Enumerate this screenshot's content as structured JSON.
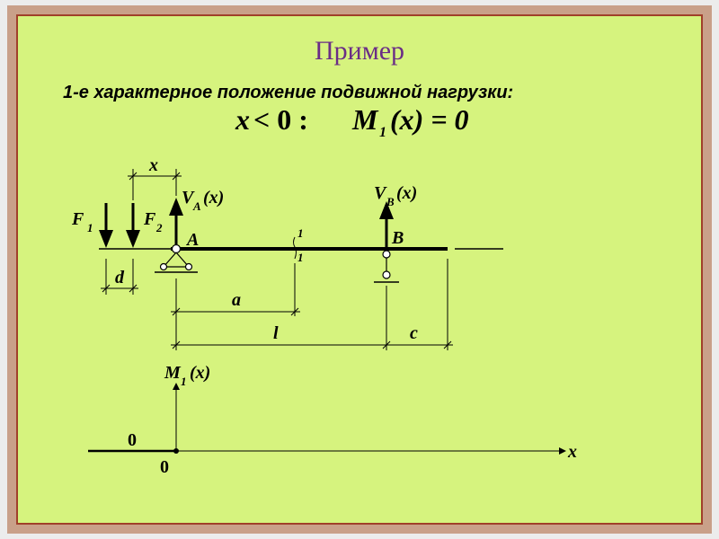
{
  "title": "Пример",
  "subtitle": "1-е характерное положение подвижной нагрузки:",
  "formula": {
    "condition_var": "x",
    "condition_rel": " < 0 :",
    "m_symbol": "M",
    "m_sub": "1",
    "m_arg": "(x) = 0"
  },
  "beam": {
    "f1": "F",
    "f1_sub": "1",
    "f2": "F",
    "f2_sub": "2",
    "va": "V",
    "va_sub": "A",
    "va_arg": "(x)",
    "vb": "V",
    "vb_sub": "B",
    "vb_arg": "(x)",
    "support_a": "A",
    "support_b": "B",
    "section_top": "1",
    "section_bottom": "1",
    "dim_x": "x",
    "dim_d": "d",
    "dim_a": "a",
    "dim_l": "l",
    "dim_c": "c"
  },
  "plot": {
    "y_label": "M",
    "y_label_sub": "1",
    "y_label_arg": "(x)",
    "x_label": "x",
    "value_left": "0",
    "origin": "0"
  },
  "colors": {
    "background": "#d6f37e",
    "title": "#6a2d86",
    "frame": "#c9a089",
    "frame_border": "#a0402a"
  }
}
